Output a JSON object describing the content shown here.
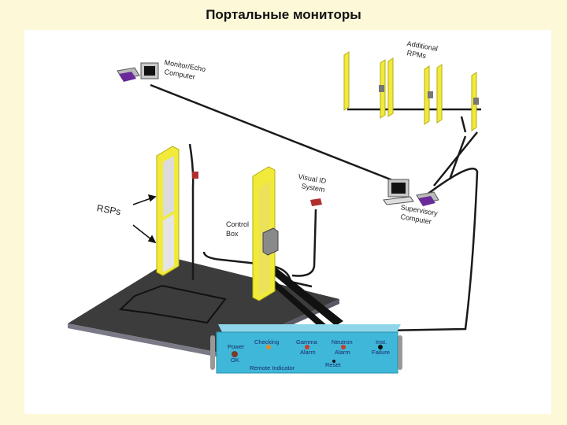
{
  "title": "Портальные мониторы",
  "labels": {
    "monitor_echo": [
      "Monitor/Echo",
      "Computer"
    ],
    "additional_rpms": [
      "Additional",
      "RPMs"
    ],
    "visual_id": [
      "Visual ID",
      "System"
    ],
    "rsps": "RSPs",
    "control_box": [
      "Control",
      "Box"
    ],
    "supervisory": [
      "Supervisory",
      "Computer"
    ]
  },
  "indicator_panel": {
    "power": "Power",
    "ok": "OK",
    "checking": "Checking",
    "gamma": "Gamma",
    "gamma_sub": "Alarm",
    "neutron": "Neutron",
    "neutron_sub": "Alarm",
    "inst": "Inst.",
    "inst_sub": "Failure",
    "reset": "Reset",
    "remote_indicator": "Remote Indicator"
  },
  "colors": {
    "background": "#fdf8d8",
    "portal_yellow": "#f2ea3a",
    "floor": "#4a4a4a",
    "panel": "#3fb7d8",
    "cable": "#1a1a1a"
  }
}
